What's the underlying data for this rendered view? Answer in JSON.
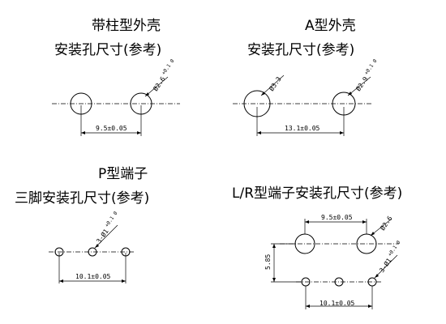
{
  "sections": {
    "pillar_housing": {
      "title_line1": "带柱型外壳",
      "title_line2": "安装孔尺寸(参考)",
      "hole_dia_label": "Ø2.6",
      "hole_dia_tol": "+0.1 0",
      "spacing_label": "9.5±0.05"
    },
    "a_housing": {
      "title_line1": "A型外壳",
      "title_line2": "安装孔尺寸(参考)",
      "left_hole_label": "Ø3.3",
      "right_hole_label": "Ø2.9",
      "right_hole_tol": "+0.1 0",
      "spacing_label": "13.1±0.05"
    },
    "p_terminal": {
      "title_line1": "P型端子",
      "title_line2": "三脚安装孔尺寸(参考)",
      "hole_label": "3-Ø1",
      "hole_tol": "+0.1 0",
      "spacing_label": "10.1±0.05"
    },
    "lr_terminal": {
      "title": "L/R型端子安装孔尺寸(参考)",
      "top_spacing_label": "9.5±0.05",
      "top_hole_label": "Ø2.6",
      "vertical_label": "5.85",
      "small_hole_label": "3-Ø1",
      "small_hole_tol": "+0.1 0",
      "bottom_spacing_label": "10.1±0.05"
    }
  }
}
